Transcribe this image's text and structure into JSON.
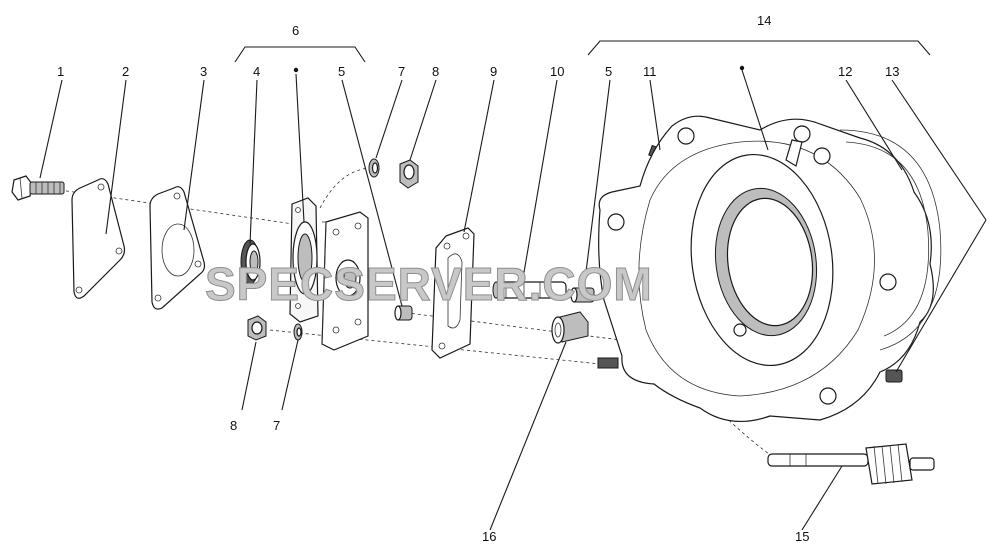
{
  "watermark": "SPECSERVER.COM",
  "callouts": {
    "c1": "1",
    "c2": "2",
    "c3": "3",
    "c4": "4",
    "c5a": "5",
    "c5b": "5",
    "c6": "6",
    "c7a": "7",
    "c7b": "7",
    "c8a": "8",
    "c8b": "8",
    "c9": "9",
    "c10": "10",
    "c11": "11",
    "c12": "12",
    "c13": "13",
    "c14": "14",
    "c15": "15",
    "c16": "16"
  }
}
